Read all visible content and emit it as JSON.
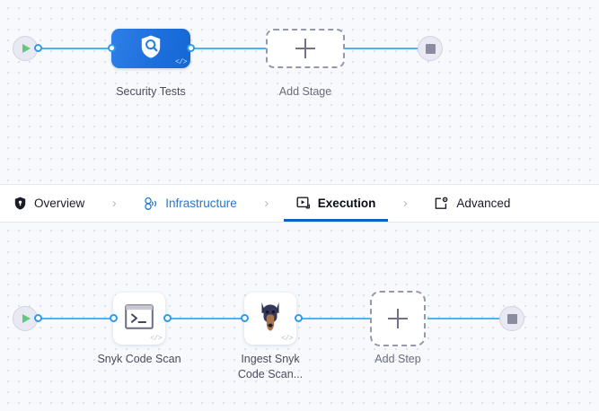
{
  "tabs": {
    "items": [
      {
        "label": "Overview",
        "icon": "shield-icon",
        "state": "default"
      },
      {
        "label": "Infrastructure",
        "icon": "nodes-icon",
        "state": "link"
      },
      {
        "label": "Execution",
        "icon": "play-screen-icon",
        "state": "active"
      },
      {
        "label": "Advanced",
        "icon": "page-gear-icon",
        "state": "default"
      }
    ],
    "separator": "›"
  },
  "stage_graph": {
    "start_node": {
      "name": "pipeline-start",
      "icon": "play-icon"
    },
    "end_node": {
      "name": "pipeline-end",
      "icon": "stop-icon"
    },
    "nodes": [
      {
        "label": "Security Tests",
        "icon": "shield-search-icon",
        "badge": "</>",
        "type": "stage"
      },
      {
        "label": "Add Stage",
        "icon": "plus-icon",
        "type": "add"
      }
    ]
  },
  "step_graph": {
    "start_node": {
      "name": "execution-start",
      "icon": "play-icon"
    },
    "end_node": {
      "name": "execution-end",
      "icon": "stop-icon"
    },
    "nodes": [
      {
        "label": "Snyk Code Scan",
        "icon": "terminal-icon",
        "badge": "</>",
        "type": "step"
      },
      {
        "label": "Ingest Snyk\nCode Scan...",
        "icon": "doberman-icon",
        "badge": "</>",
        "type": "step"
      },
      {
        "label": "Add Step",
        "icon": "plus-icon",
        "type": "add"
      }
    ]
  },
  "colors": {
    "accent_blue": "#2576d2",
    "active_underline": "#0f62c9",
    "edge_blue": "#52b0f0",
    "stage_blue": "#1d6fdc",
    "start_green": "#5fc97e",
    "stop_gray": "#8c8ca0",
    "canvas_bg": "#f7f9fc"
  }
}
